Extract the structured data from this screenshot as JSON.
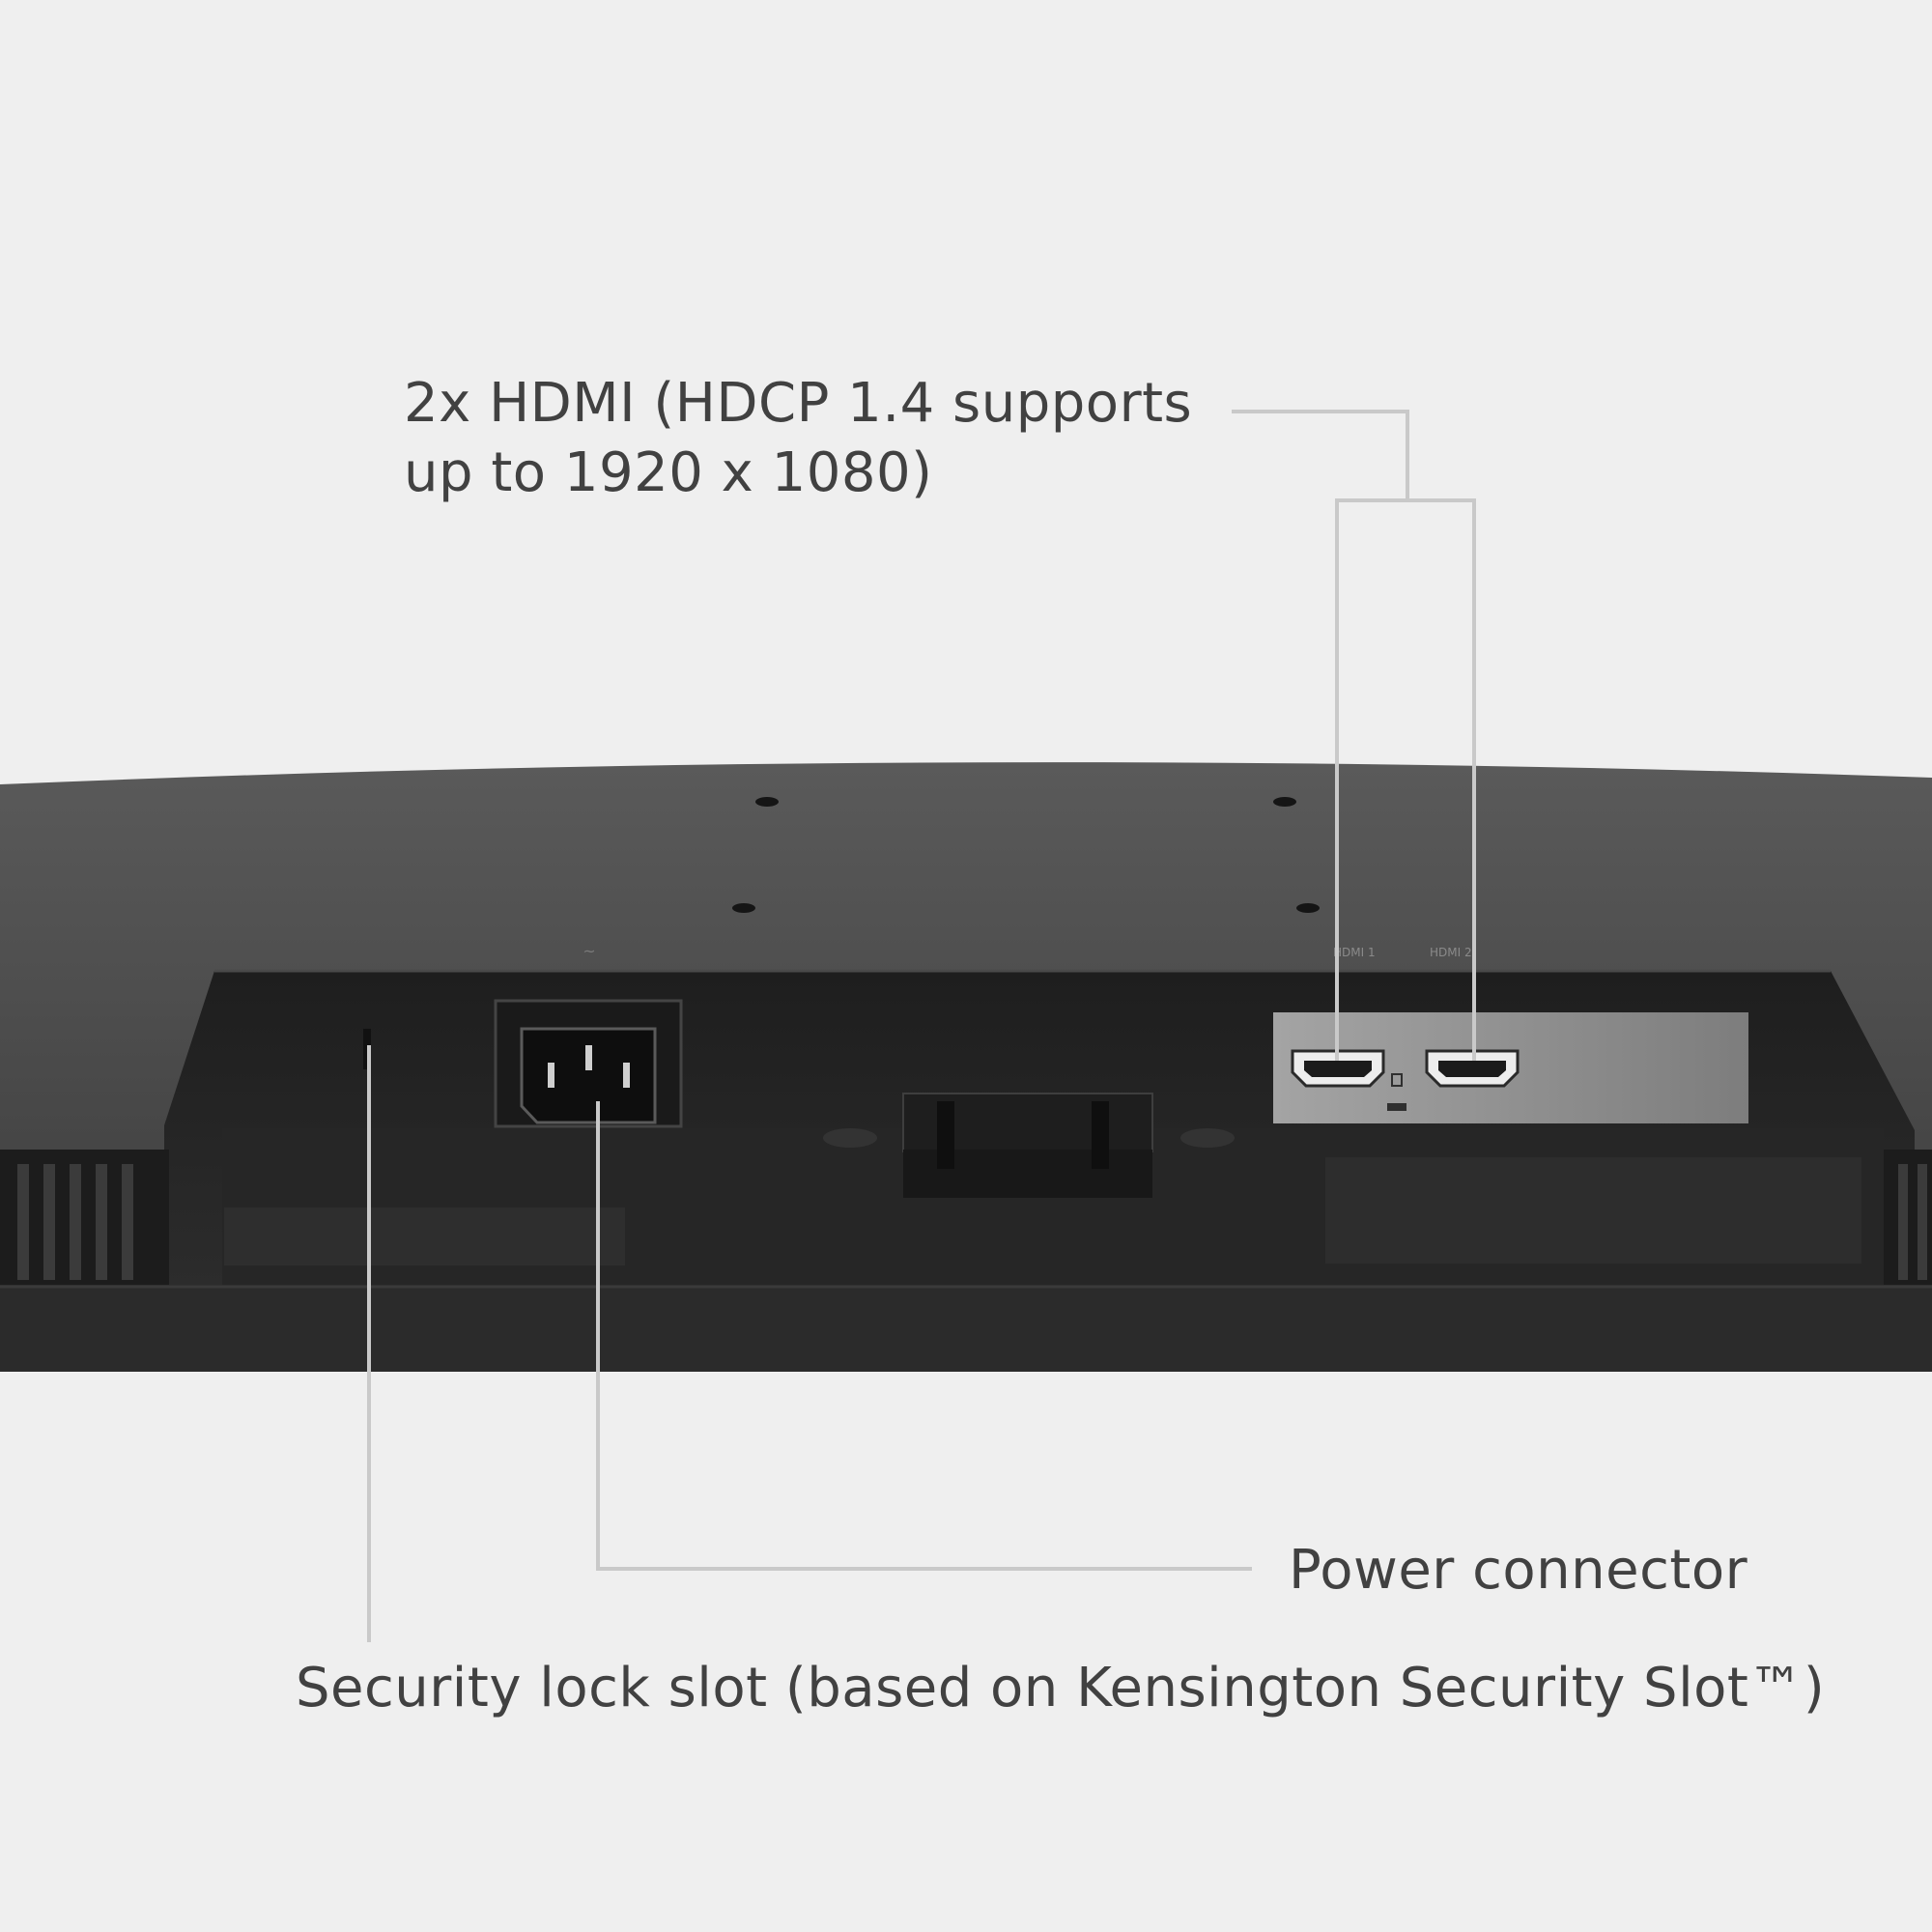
{
  "callouts": {
    "hdmi": {
      "line1": "2x HDMI (HDCP 1.4 supports",
      "line2": "up to 1920 x 1080)"
    },
    "power": {
      "text": "Power connector"
    },
    "security_lock": {
      "text": "Security lock slot (based on Kensington Security Slot™)"
    }
  },
  "colors": {
    "background": "#efefef",
    "text": "#414141",
    "leader_line": "#c9c9c9",
    "monitor_body": "#2a2a2a",
    "port_panel": "#8f8f8f"
  }
}
